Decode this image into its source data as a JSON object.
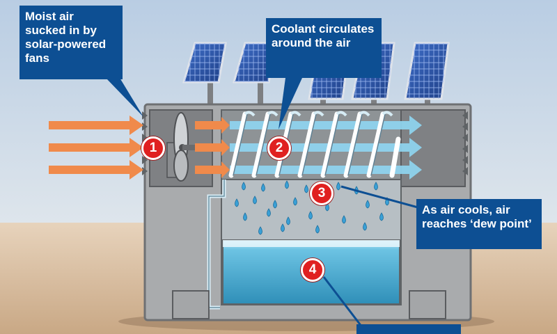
{
  "callouts": {
    "fans": "Moist air sucked in by solar-powered fans",
    "coolant": "Coolant circulates around the air",
    "dew": "As air cools, air reaches ‘dew point’",
    "tank": ""
  },
  "steps": [
    "1",
    "2",
    "3",
    "4"
  ],
  "colors": {
    "callout": "#0d4f93",
    "badge": "#e02020",
    "air_in": "#f08a4b",
    "air_out": "#8fd6f2",
    "water": "#3aa7cf",
    "unit": "#a9abad"
  }
}
